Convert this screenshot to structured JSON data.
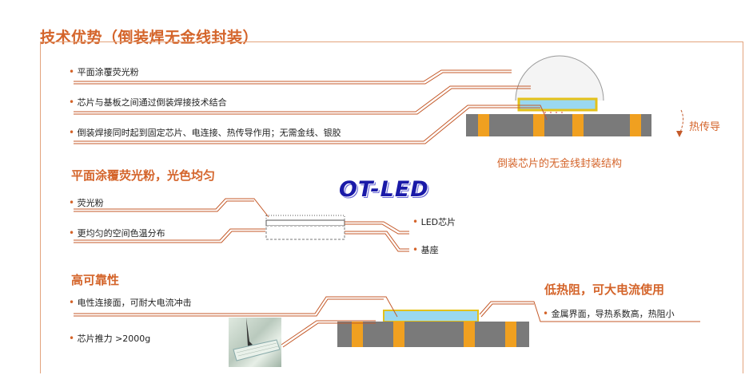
{
  "header": {
    "title": "技术优势（倒装焊无金线封装）"
  },
  "top_section": {
    "bullets": [
      "平面涂覆荧光粉",
      "芯片与基板之间通过倒装焊接技术结合",
      "倒装焊接同时起到固定芯片、电连接、热传导作用；无需金线、银胶"
    ],
    "heat_label": "热传导",
    "caption": "倒装芯片的无金线封装结构"
  },
  "middle_section": {
    "title": "平面涂覆荧光粉，光色均匀",
    "brand": "OT-LED",
    "left_labels": [
      "荧光粉",
      "更均匀的空间色温分布"
    ],
    "right_labels": [
      "LED芯片",
      "基座"
    ]
  },
  "bottom_left": {
    "title": "高可靠性",
    "bullets": [
      "电性连接面，可耐大电流冲击",
      "芯片推力 >2000g"
    ]
  },
  "bottom_right": {
    "title": "低热阻，可大电流使用",
    "bullets": [
      "金属界面，导热系数高，热阻小"
    ]
  },
  "colors": {
    "accent": "#d4642a",
    "substrate": "#7a7a7a",
    "pad": "#f0a020",
    "chip": "#9ad8f0",
    "chip_border": "#e3c11a"
  }
}
